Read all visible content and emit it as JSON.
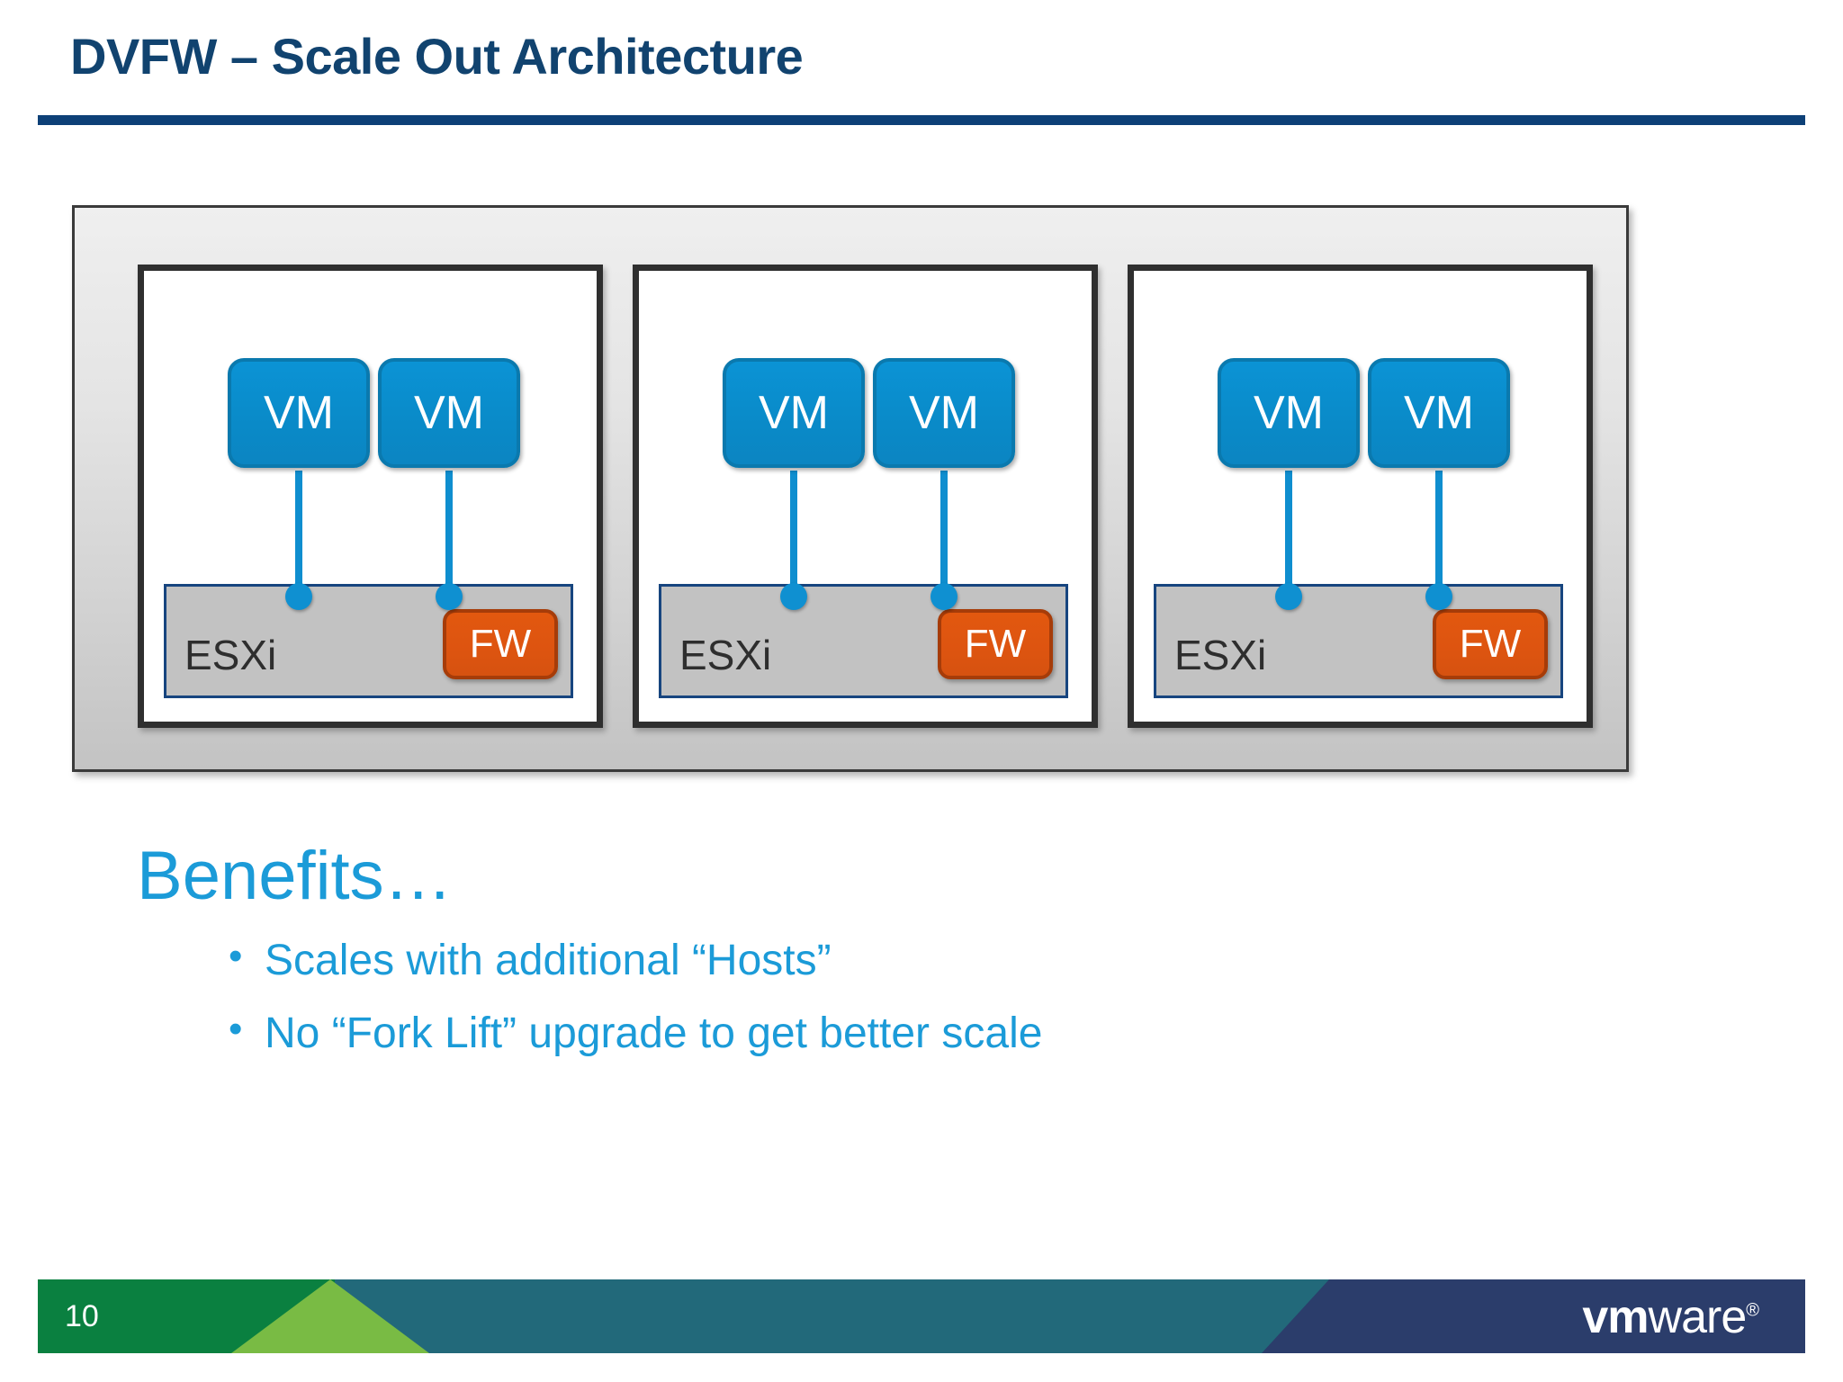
{
  "title": "DVFW – Scale Out Architecture",
  "diagram": {
    "name": "scale-out-cluster",
    "hosts": [
      {
        "id": "host-1",
        "hypervisor_label": "ESXi",
        "firewall_label": "FW",
        "vms": [
          "VM",
          "VM"
        ]
      },
      {
        "id": "host-2",
        "hypervisor_label": "ESXi",
        "firewall_label": "FW",
        "vms": [
          "VM",
          "VM"
        ]
      },
      {
        "id": "host-3",
        "hypervisor_label": "ESXi",
        "firewall_label": "FW",
        "vms": [
          "VM",
          "VM"
        ]
      }
    ]
  },
  "benefits": {
    "heading": "Benefits…",
    "items": [
      "Scales with additional “Hosts”",
      "No “Fork Lift” upgrade to get better scale"
    ]
  },
  "footer": {
    "page_number": "10",
    "logo_vm": "vm",
    "logo_ware": "ware",
    "logo_reg": "®"
  },
  "colors": {
    "title_blue": "#11436f",
    "rule_blue": "#0d4077",
    "vm_blue": "#0a8bc9",
    "firewall_orange": "#dd5410",
    "hypervisor_gray": "#c2c2c2",
    "hypervisor_border_blue": "#17457f",
    "benefits_blue": "#1b9bd8",
    "footer_green": "#0a8040",
    "footer_lightgreen": "#79bb44",
    "footer_teal": "#22697a",
    "footer_navy": "#2b3d6b"
  }
}
